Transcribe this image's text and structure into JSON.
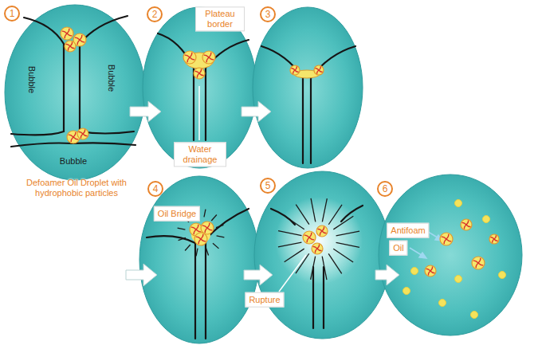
{
  "diagram": {
    "nodes": [
      {
        "text": [
          "1",
          "Bubble",
          "Bubble",
          "Bubble",
          "Defoamer Oil Droplet with hydrophobic particles"
        ]
      },
      {
        "text": [
          "2",
          "Plateau border",
          "Water drainage"
        ]
      },
      {
        "text": [
          "3"
        ]
      },
      {
        "text": [
          "4",
          "Oil Bridge"
        ]
      },
      {
        "text": [
          "5",
          "Rupture"
        ]
      },
      {
        "text": [
          "6",
          "Antifoam",
          "Oil"
        ]
      }
    ],
    "edges": [
      {
        "from": 0,
        "to": 1,
        "arrow": "to"
      },
      {
        "from": 1,
        "to": 2,
        "arrow": "to"
      },
      {
        "from": 3,
        "to": 4,
        "arrow": "to"
      },
      {
        "from": 4,
        "to": 5,
        "arrow": "to"
      }
    ]
  }
}
